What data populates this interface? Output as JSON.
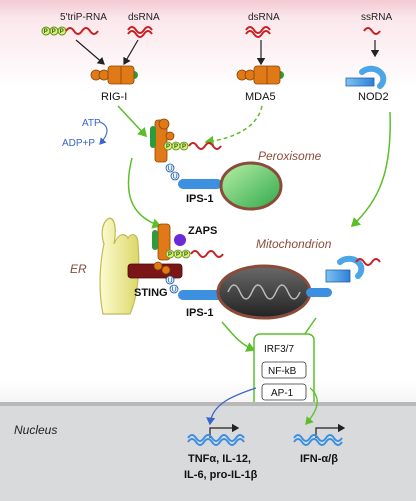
{
  "labels": {
    "rna_5triP": "5'triP-RNA",
    "rna_ds1": "dsRNA",
    "rna_ds2": "dsRNA",
    "rna_ss": "ssRNA",
    "rigi": "RIG-I",
    "mda5": "MDA5",
    "nod2": "NOD2",
    "atp": "ATP",
    "adp": "ADP+P",
    "peroxisome": "Peroxisome",
    "ips1_top": "IPS-1",
    "zaps": "ZAPS",
    "mitochondrion": "Mitochondrion",
    "er": "ER",
    "sting": "STING",
    "ips1_bottom": "IPS-1",
    "tf1": "IRF3/7",
    "tf2": "NF-kB",
    "tf3": "AP-1",
    "nucleus": "Nucleus",
    "gene1_line1": "TNFα, IL-12,",
    "gene1_line2": "IL-6, pro-IL-1β",
    "gene2": "IFN-α/β",
    "p": "P",
    "u": "U"
  },
  "colors": {
    "rna_red": "#c82020",
    "helicase_orange": "#e07a18",
    "peroxisome_green": "#5fc96a",
    "mito_dark": "#3a3a3a",
    "sting_red": "#7a1616",
    "er_yellow": "#f2ef9a",
    "adaptor_blue": "#3d8fe0",
    "nod2_blue": "#5fb6e6",
    "arrow_green": "#5cbf2a",
    "nucleus_gray": "#d9dadb",
    "zaps_purple": "#6a2bd6"
  },
  "icons": [
    "arrow-icon",
    "transcription-start-arrow-icon"
  ]
}
